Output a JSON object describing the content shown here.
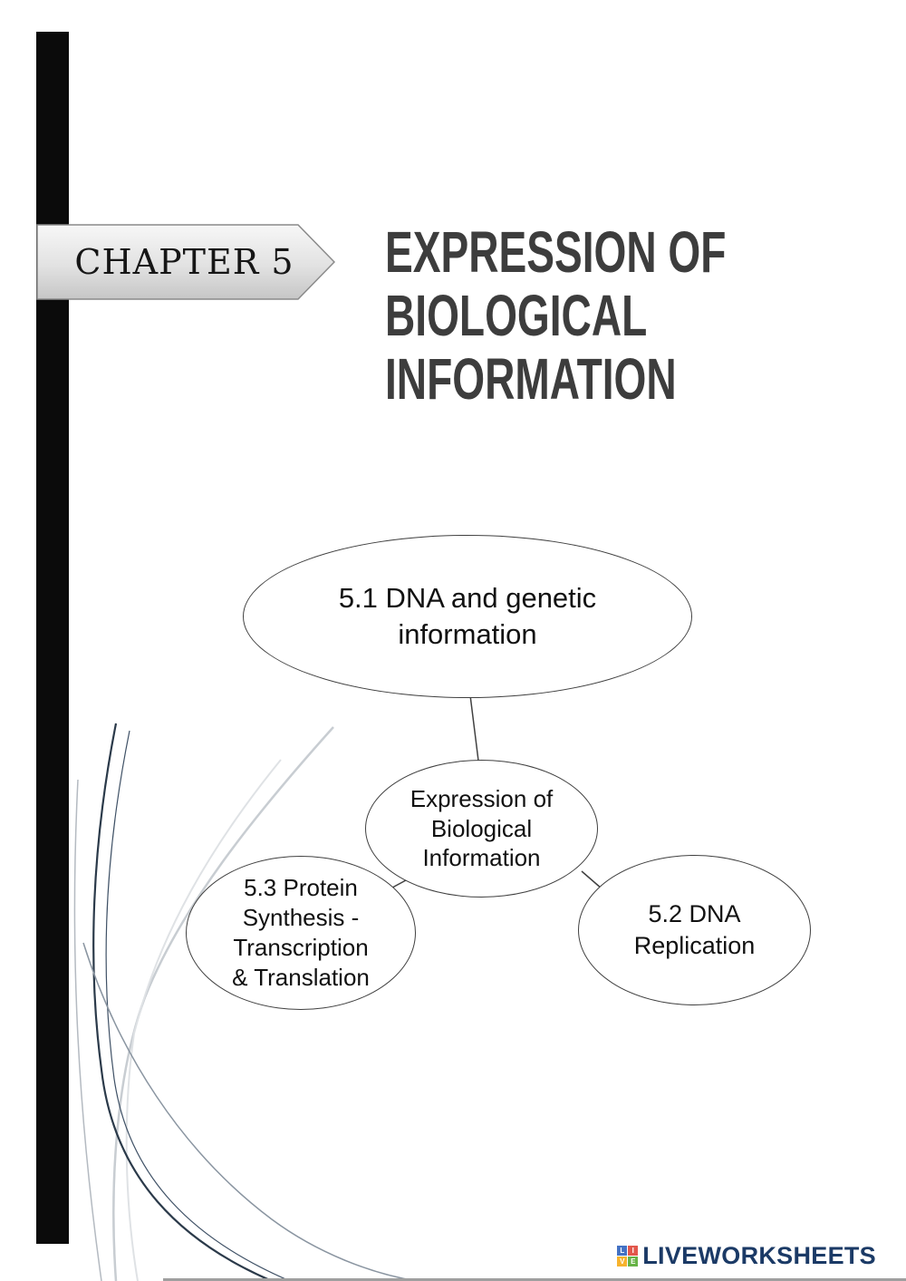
{
  "header": {
    "chapter_label": "CHAPTER 5",
    "title_lines": [
      "EXPRESSION OF",
      "BIOLOGICAL",
      "INFORMATION"
    ]
  },
  "diagram": {
    "center": {
      "label": "Expression of\nBiological\nInformation"
    },
    "top": {
      "label": "5.1 DNA and genetic\ninformation"
    },
    "right": {
      "label": "5.2 DNA\nReplication"
    },
    "left": {
      "label": "5.3 Protein\nSynthesis -\nTranscription\n& Translation"
    }
  },
  "footer": {
    "brand": "LIVEWORKSHEETS",
    "logo_letters": [
      "L",
      "I",
      "V",
      "E"
    ]
  },
  "colors": {
    "accent_bar": "#0b0b0b",
    "title_text": "#3d3d3d",
    "ellipse_border": "#404040",
    "diagram_text": "#111111",
    "brand_text": "#1b3a66",
    "logo_cell_colors": [
      "#4472c4",
      "#e2574c",
      "#f7b32d",
      "#67b346"
    ],
    "decor_dark": "#2b3a4a",
    "decor_light": "#c8cdd2"
  }
}
